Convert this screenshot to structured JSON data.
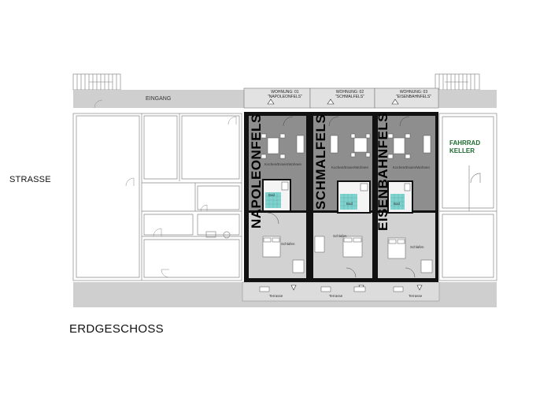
{
  "labels": {
    "street": "STRASSE",
    "floor": "ERDGESCHOSS",
    "entrance": "EINGANG",
    "bike_cellar_line1": "FAHRRAD",
    "bike_cellar_line2": "KELLER"
  },
  "apartments": [
    {
      "unit": "WOHNUNG: 01",
      "name_quoted": "\"NAPOLEONFELS\"",
      "name": "NAPOLEONFELS",
      "living": "Kochen/Essen/Wohnen",
      "bath": "Bad",
      "bedroom": "Schlafen",
      "terrace": "Terrasse"
    },
    {
      "unit": "WOHNUNG: 02",
      "name_quoted": "\"SCHMALFELS\"",
      "name": "SCHMALFELS",
      "living": "Kochen/Essen/Wohnen",
      "bath": "Bad",
      "bedroom": "Schlafen",
      "terrace": "Terrasse"
    },
    {
      "unit": "WOHNUNG: 03",
      "name_quoted": "\"EISENBAHNFELS\"",
      "name": "EISENBAHNFELS",
      "living": "Kochen/Essen/Wohnen",
      "bath": "Bad",
      "bedroom": "Schlafen",
      "terrace": "Terrasse"
    }
  ],
  "colors": {
    "wall": "#111111",
    "dark_room": "#8e8e8e",
    "light_room": "#d2d2d2",
    "corridor": "#b9b9b9",
    "bath_tile": "#7fd3cf",
    "green_label": "#1d6b2e"
  }
}
